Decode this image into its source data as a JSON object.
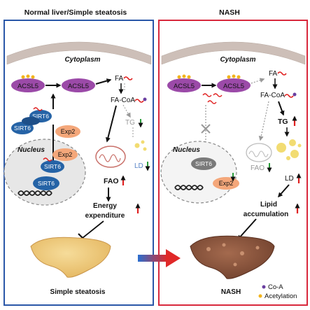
{
  "panels": {
    "left_title": "Normal liver/Simple steatosis",
    "right_title": "NASH"
  },
  "labels": {
    "cytoplasm": "Cytoplasm",
    "nucleus": "Nucleus",
    "acsl5": "ACSL5",
    "fa": "FA",
    "fa_coa": "FA-CoA",
    "sirt6": "SIRT6",
    "exp2": "Exp2",
    "tg": "TG",
    "ld": "LD",
    "fao": "FAO",
    "energy_line1": "Energy",
    "energy_line2": "expenditure",
    "lipid_line1": "Lipid",
    "lipid_line2": "accumulation",
    "simple_steatosis": "Simple steatosis",
    "nash_bottom": "NASH"
  },
  "legend": {
    "coa": "Co-A",
    "acetylation": "Acetylation"
  },
  "colors": {
    "left_border": "#2a57a8",
    "right_border": "#d8283c",
    "acsl5": "#9b4aa8",
    "sirt6": "#2563a6",
    "sirt6_gray": "#7a7a7a",
    "exp2": "#f4a77a",
    "up_arrow": "#e02020",
    "down_arrow": "#2a9d3a",
    "coa_dot": "#6a3fa0",
    "acetyl_dot": "#f2b41c"
  }
}
